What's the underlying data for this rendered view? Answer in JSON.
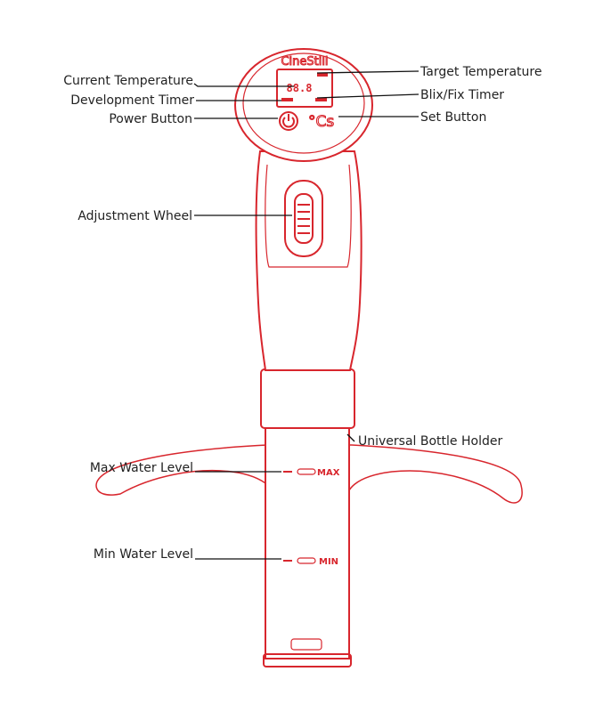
{
  "title": "CineStill TCS-1000 diagram",
  "brand_logo": "CineStill",
  "device": {
    "set_button_glyph": "°Cs",
    "max_mark": "MAX",
    "min_mark": "MIN",
    "display_digits": "88.8"
  },
  "labels": {
    "current_temperature": "Current Temperature",
    "development_timer": "Development Timer",
    "power_button": "Power Button",
    "adjustment_wheel": "Adjustment Wheel",
    "max_water_level": "Max Water Level",
    "min_water_level": "Min Water Level",
    "target_temperature": "Target Temperature",
    "blix_fix_timer": "Blix/Fix Timer",
    "set_button": "Set Button",
    "universal_bottle_holder": "Universal Bottle Holder"
  },
  "colors": {
    "accent": "#d8262d"
  }
}
